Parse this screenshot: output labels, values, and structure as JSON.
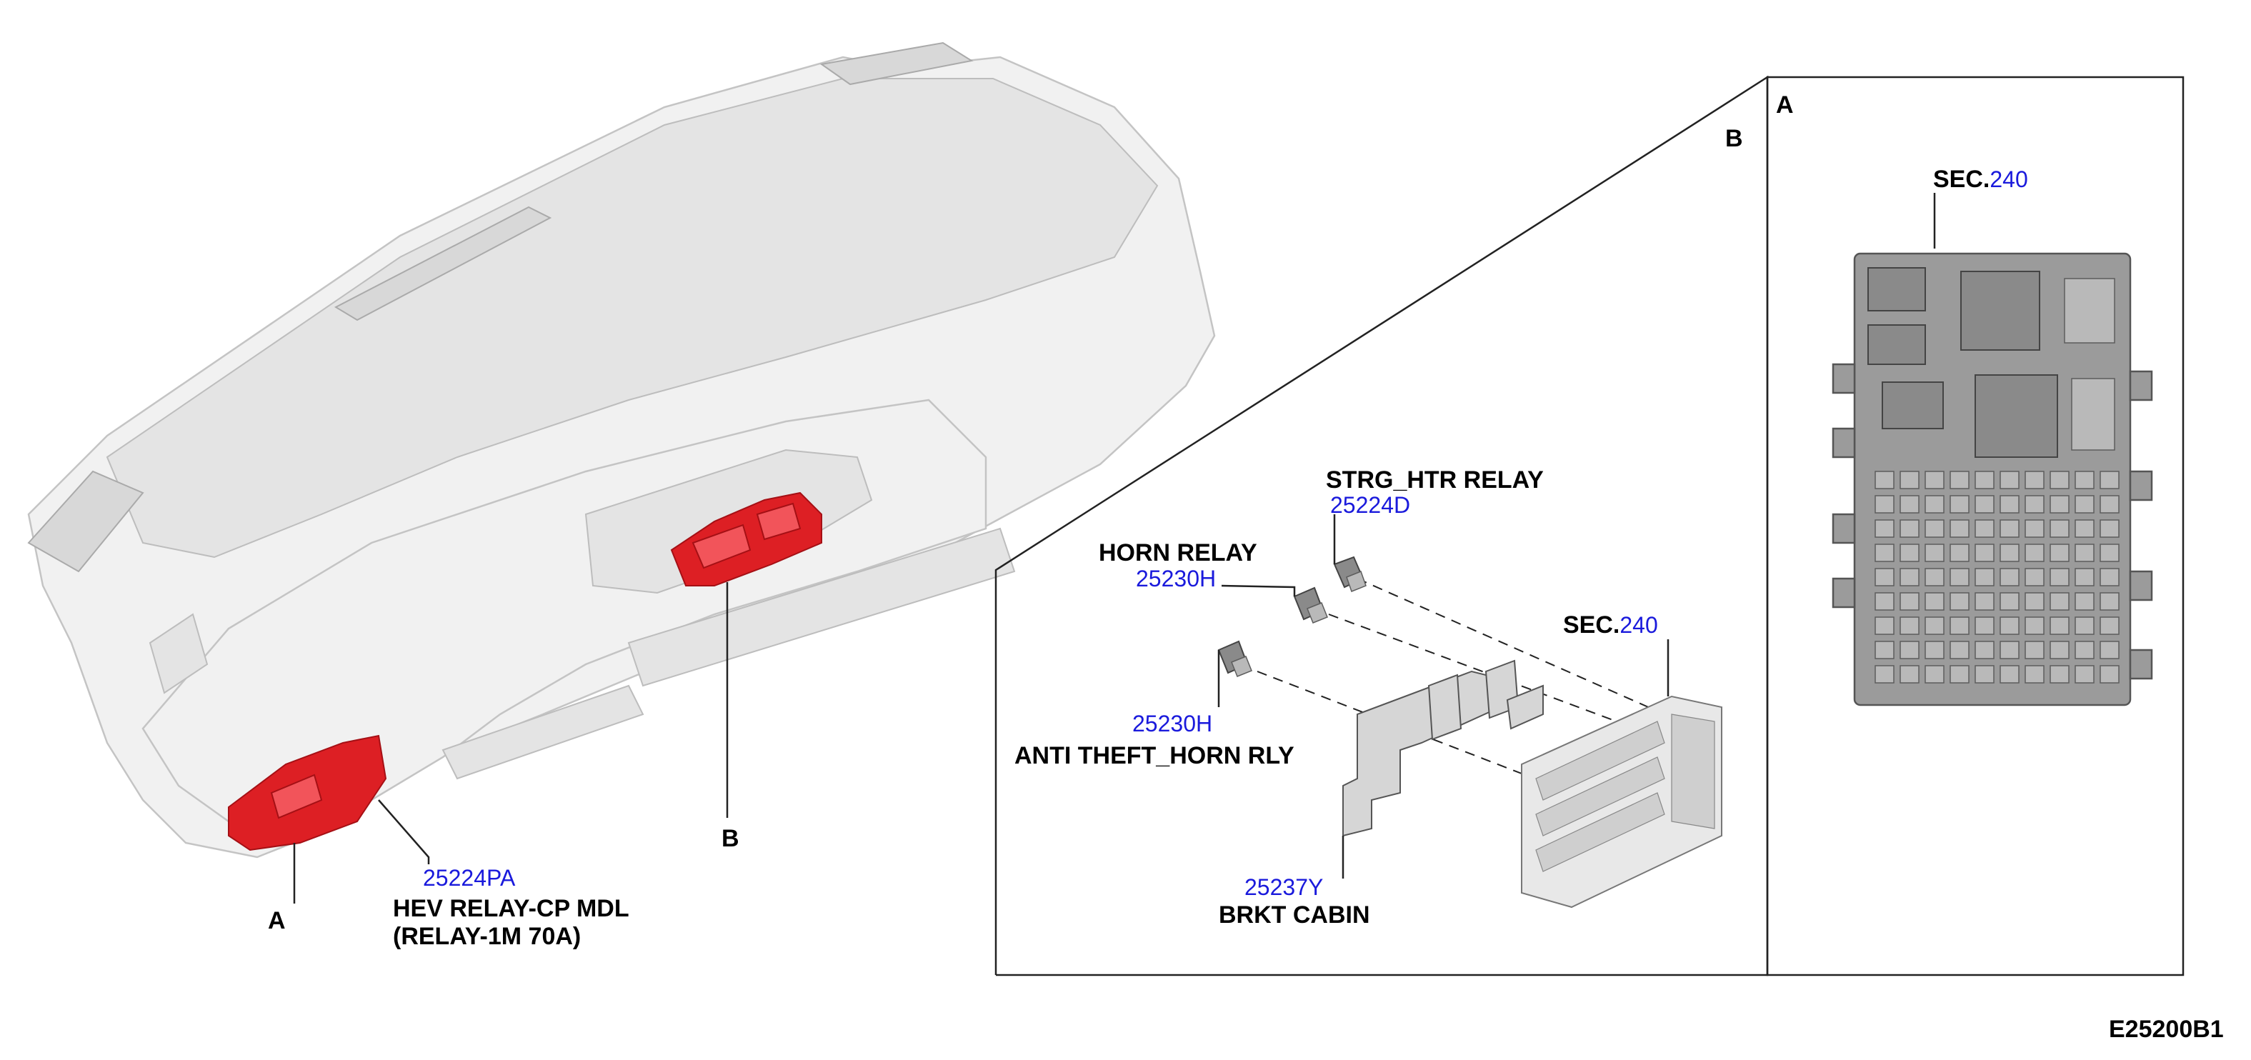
{
  "main_view": {
    "callout_a": "A",
    "callout_b": "B",
    "hev_relay": {
      "part_number": "25224PA",
      "name_line1": "HEV RELAY-CP MDL",
      "name_line2": "(RELAY-1M 70A)"
    }
  },
  "detail_b": {
    "panel_label": "B",
    "strg_htr_relay": {
      "name": "STRG_HTR RELAY",
      "part_number": "25224D"
    },
    "horn_relay": {
      "name": "HORN RELAY",
      "part_number": "25230H"
    },
    "anti_theft_horn_rly": {
      "name": "ANTI THEFT_HORN RLY",
      "part_number": "25230H"
    },
    "brkt_cabin": {
      "name": "BRKT CABIN",
      "part_number": "25237Y"
    },
    "sec_ref": {
      "prefix": "SEC.",
      "number": "240"
    }
  },
  "detail_a": {
    "panel_label": "A",
    "sec_ref": {
      "prefix": "SEC.",
      "number": "240"
    }
  },
  "figure_code": "E25200B1",
  "colors": {
    "highlight": "#dd1f24",
    "part_number": "#1a1adc",
    "label": "#000000"
  }
}
